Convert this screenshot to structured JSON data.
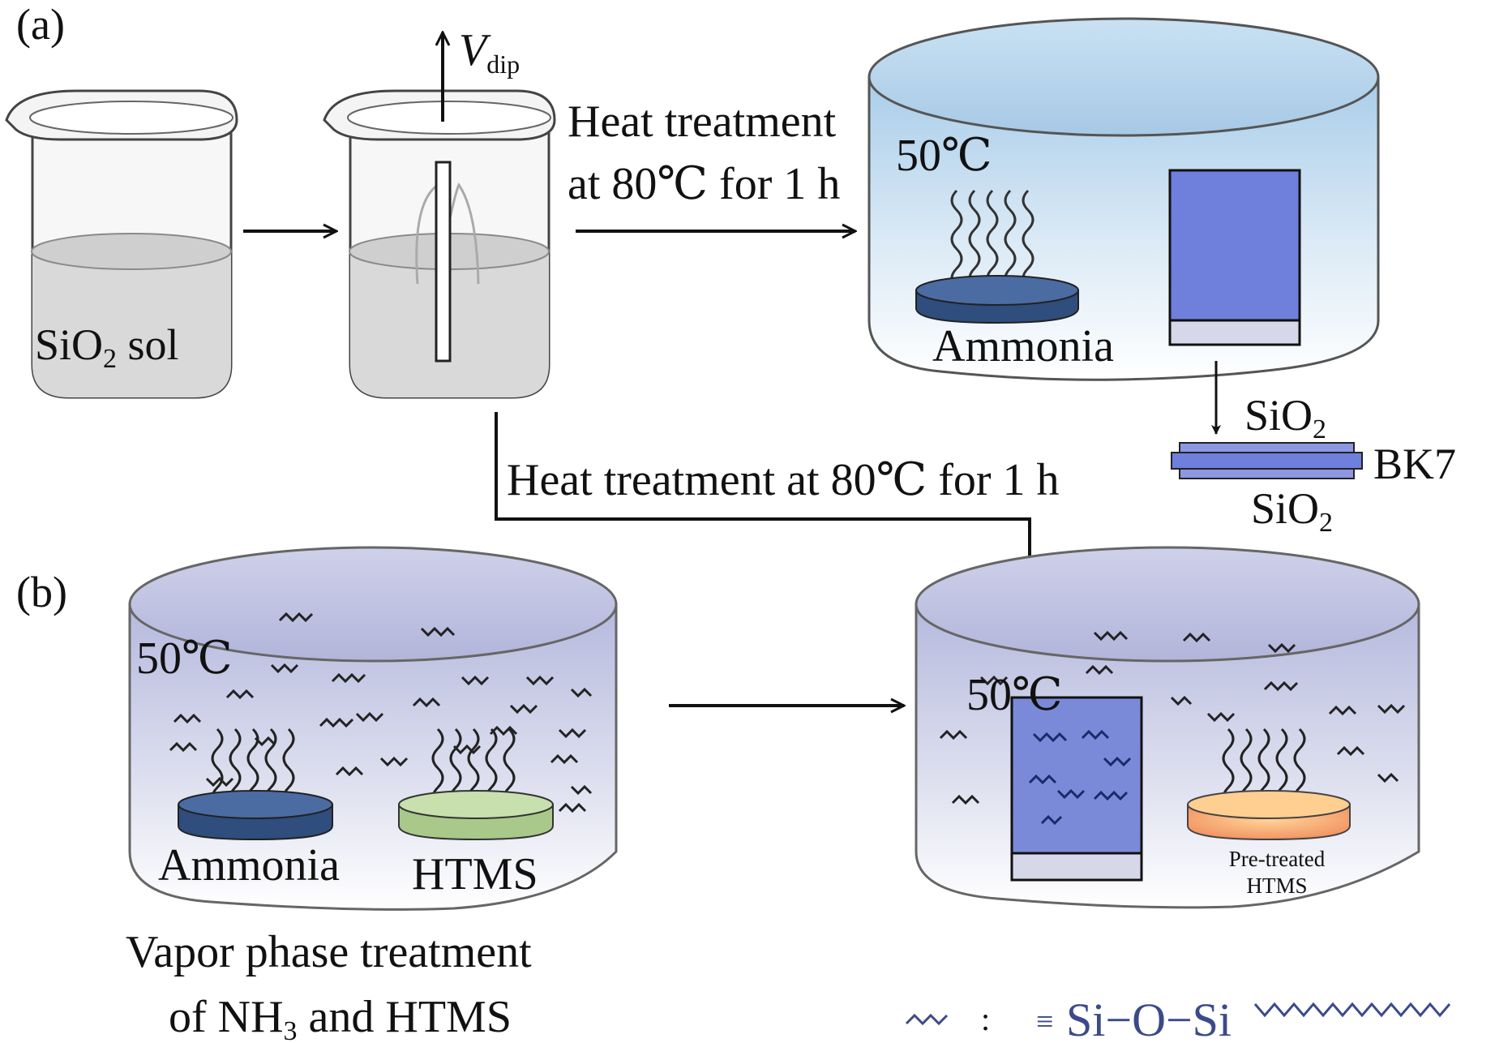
{
  "panel_a": {
    "label": "(a)",
    "velocity_symbol": "V",
    "velocity_subscript": "dip",
    "sol_label_prefix": "SiO",
    "sol_label_subscript": "2",
    "sol_label_suffix": " sol",
    "heat_treatment_line1": "Heat treatment",
    "heat_treatment_line2": "at 80℃ for 1 h",
    "container_temp": "50℃",
    "dish_label": "Ammonia",
    "layer_top_prefix": "SiO",
    "layer_top_subscript": "2",
    "layer_mid": "BK7",
    "layer_bottom_prefix": "SiO",
    "layer_bottom_subscript": "2"
  },
  "connector": {
    "label": "Heat treatment at 80℃ for 1 h"
  },
  "panel_b": {
    "label": "(b)",
    "left_temp": "50℃",
    "dish1_label": "Ammonia",
    "dish2_label": "HTMS",
    "caption_line1": "Vapor phase treatment",
    "caption_line2_prefix": "of NH",
    "caption_line2_subscript": "3",
    "caption_line2_suffix": " and HTMS",
    "right_temp": "50℃",
    "pretreated_line1": "Pre-treated",
    "pretreated_line2": "HTMS"
  },
  "legend": {
    "separator": ":",
    "triple_bond": "≡",
    "formula": "Si−O−Si"
  },
  "colors": {
    "blue_dish": "#3f5f93",
    "green_dish": "#a9c98a",
    "orange_dish": "#f3a06a",
    "substrate": "#6f7fdc",
    "sol": "#d8d8d8"
  }
}
